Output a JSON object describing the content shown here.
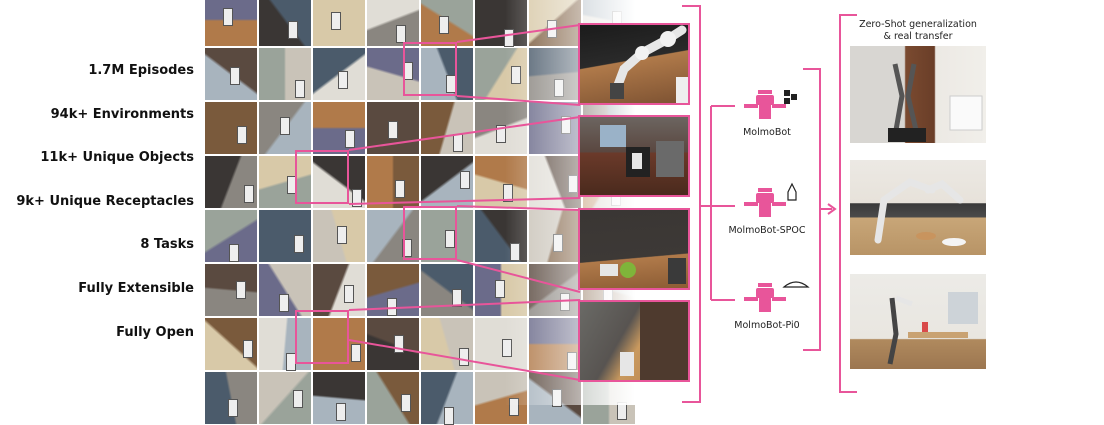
{
  "stats": [
    "1.7M Episodes",
    "94k+ Environments",
    "11k+ Unique Objects",
    "9k+ Unique Receptacles",
    "8 Tasks",
    "Fully Extensible",
    "Fully Open"
  ],
  "models": [
    {
      "name": "MolmoBot",
      "badge_icon": "puzzle-icon"
    },
    {
      "name": "MolmoBot-SPOC",
      "badge_icon": "rocket-icon"
    },
    {
      "name": "MolmoBot-Pi0",
      "badge_icon": "pie-icon"
    }
  ],
  "real_transfer": {
    "caption_line1": "Zero-Shot generalization",
    "caption_line2": "& real transfer"
  },
  "colors": {
    "accent": "#e8559a",
    "floor_wood": "#b07a4a",
    "robot_white": "#e6e6e6",
    "wall_gray": "#8a8680",
    "dark_scene": "#3a3634"
  }
}
